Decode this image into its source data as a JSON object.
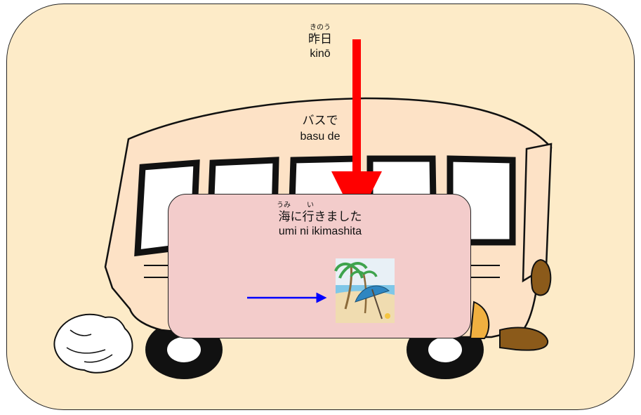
{
  "labels": {
    "time": {
      "reading": "きのう",
      "text": "昨日",
      "romaji": "kinō"
    },
    "means": {
      "text": "バスで",
      "romaji": "basu de"
    },
    "action": {
      "reading_umi": "うみ",
      "reading_i": "い",
      "text": "海に行きました",
      "romaji": "umi ni ikimashita"
    }
  },
  "icons": {
    "vehicle": "bus-illustration",
    "destination": "beach-umbrella-icon"
  },
  "colors": {
    "background": "#fdebc8",
    "bus_body": "#fde2c6",
    "panel": "#f3cccb",
    "red_arrow": "#ff0000",
    "blue_arrow": "#0000ff"
  }
}
